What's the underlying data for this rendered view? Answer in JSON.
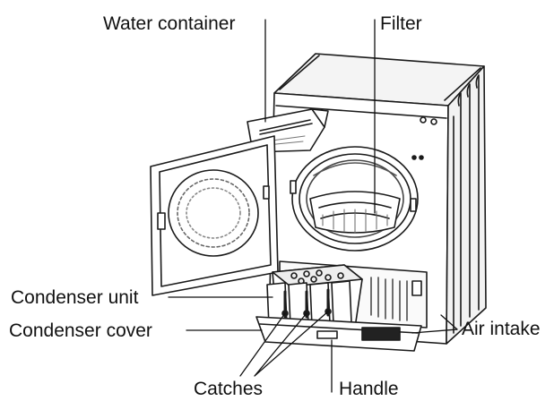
{
  "labels": {
    "water_container": "Water container",
    "filter": "Filter",
    "condenser_unit": "Condenser unit",
    "condenser_cover": "Condenser cover",
    "air_intake": "Air intake",
    "catches": "Catches",
    "handle": "Handle"
  }
}
